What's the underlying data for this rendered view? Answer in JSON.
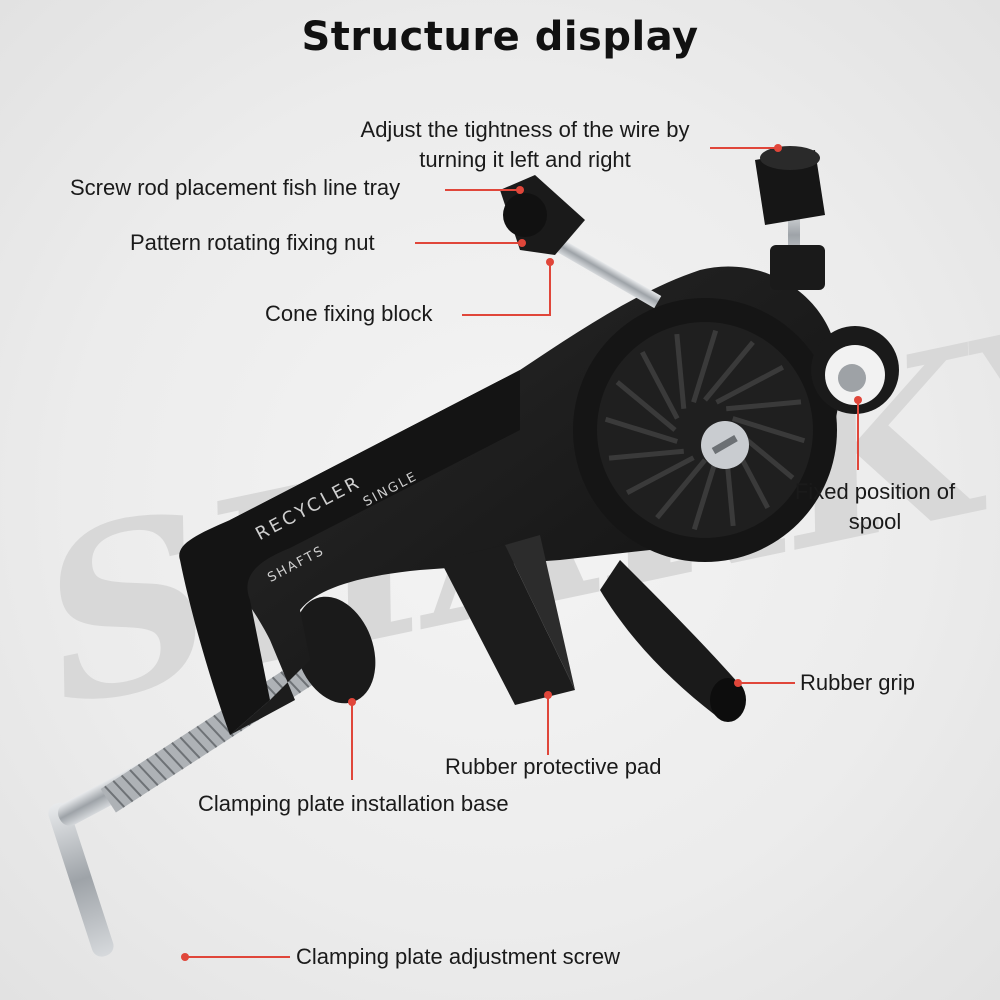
{
  "title": "Structure display",
  "watermark": "SHARKY",
  "product_text": {
    "line1": "RECYCLER",
    "line2": "SINGLE",
    "line3": "SHAFTS"
  },
  "labels": {
    "adjust_tightness": {
      "line1": "Adjust the tightness of the wire by",
      "line2": "turning it left and right"
    },
    "screw_rod": "Screw rod placement fish line tray",
    "rotating_nut": "Pattern rotating fixing nut",
    "cone_block": "Cone fixing block",
    "spool_position": {
      "line1": "Fixed position of",
      "line2": "spool"
    },
    "rubber_grip": "Rubber grip",
    "protective_pad": "Rubber protective pad",
    "clamping_base": "Clamping plate installation base",
    "adjustment_screw": "Clamping plate adjustment screw"
  },
  "colors": {
    "leader": "#e0463a",
    "body": "#1b1b1b",
    "metal": "#b8bcc0"
  }
}
